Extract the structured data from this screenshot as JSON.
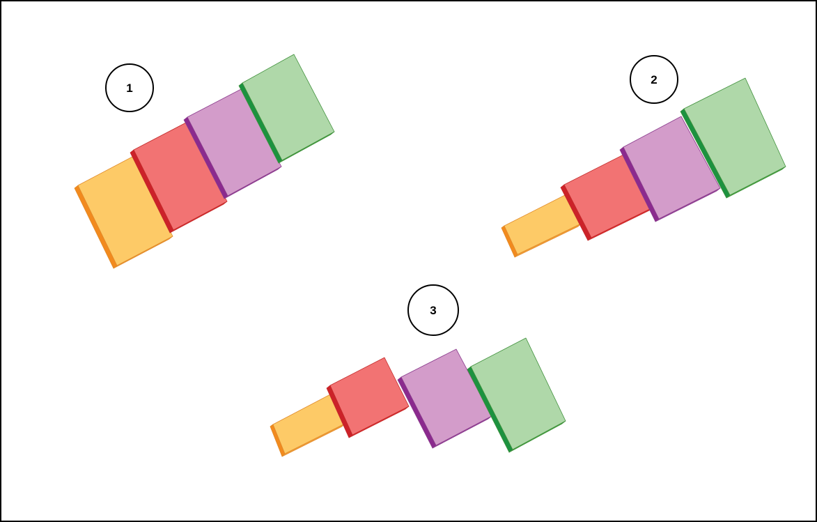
{
  "colors": {
    "yellow": {
      "top": "#fdca67",
      "side": "#f28a1e",
      "front": "#f5a23a",
      "line": "#e08a2a"
    },
    "red": {
      "top": "#f27373",
      "side": "#cc2229",
      "front": "#ee2b2f",
      "line": "#c22a2a"
    },
    "purple": {
      "top": "#d39cca",
      "side": "#8b2a8e",
      "front": "#a252a8",
      "line": "#8a3b8c"
    },
    "green": {
      "top": "#afd8a9",
      "side": "#1c9240",
      "front": "#57b94a",
      "line": "#3e8f3a"
    }
  },
  "groups": [
    {
      "label": "1",
      "block_order": [
        "yellow",
        "red",
        "purple",
        "green"
      ]
    },
    {
      "label": "2",
      "block_order": [
        "yellow",
        "red",
        "purple",
        "green"
      ]
    },
    {
      "label": "3",
      "block_order": [
        "yellow",
        "red",
        "purple",
        "green"
      ]
    }
  ]
}
